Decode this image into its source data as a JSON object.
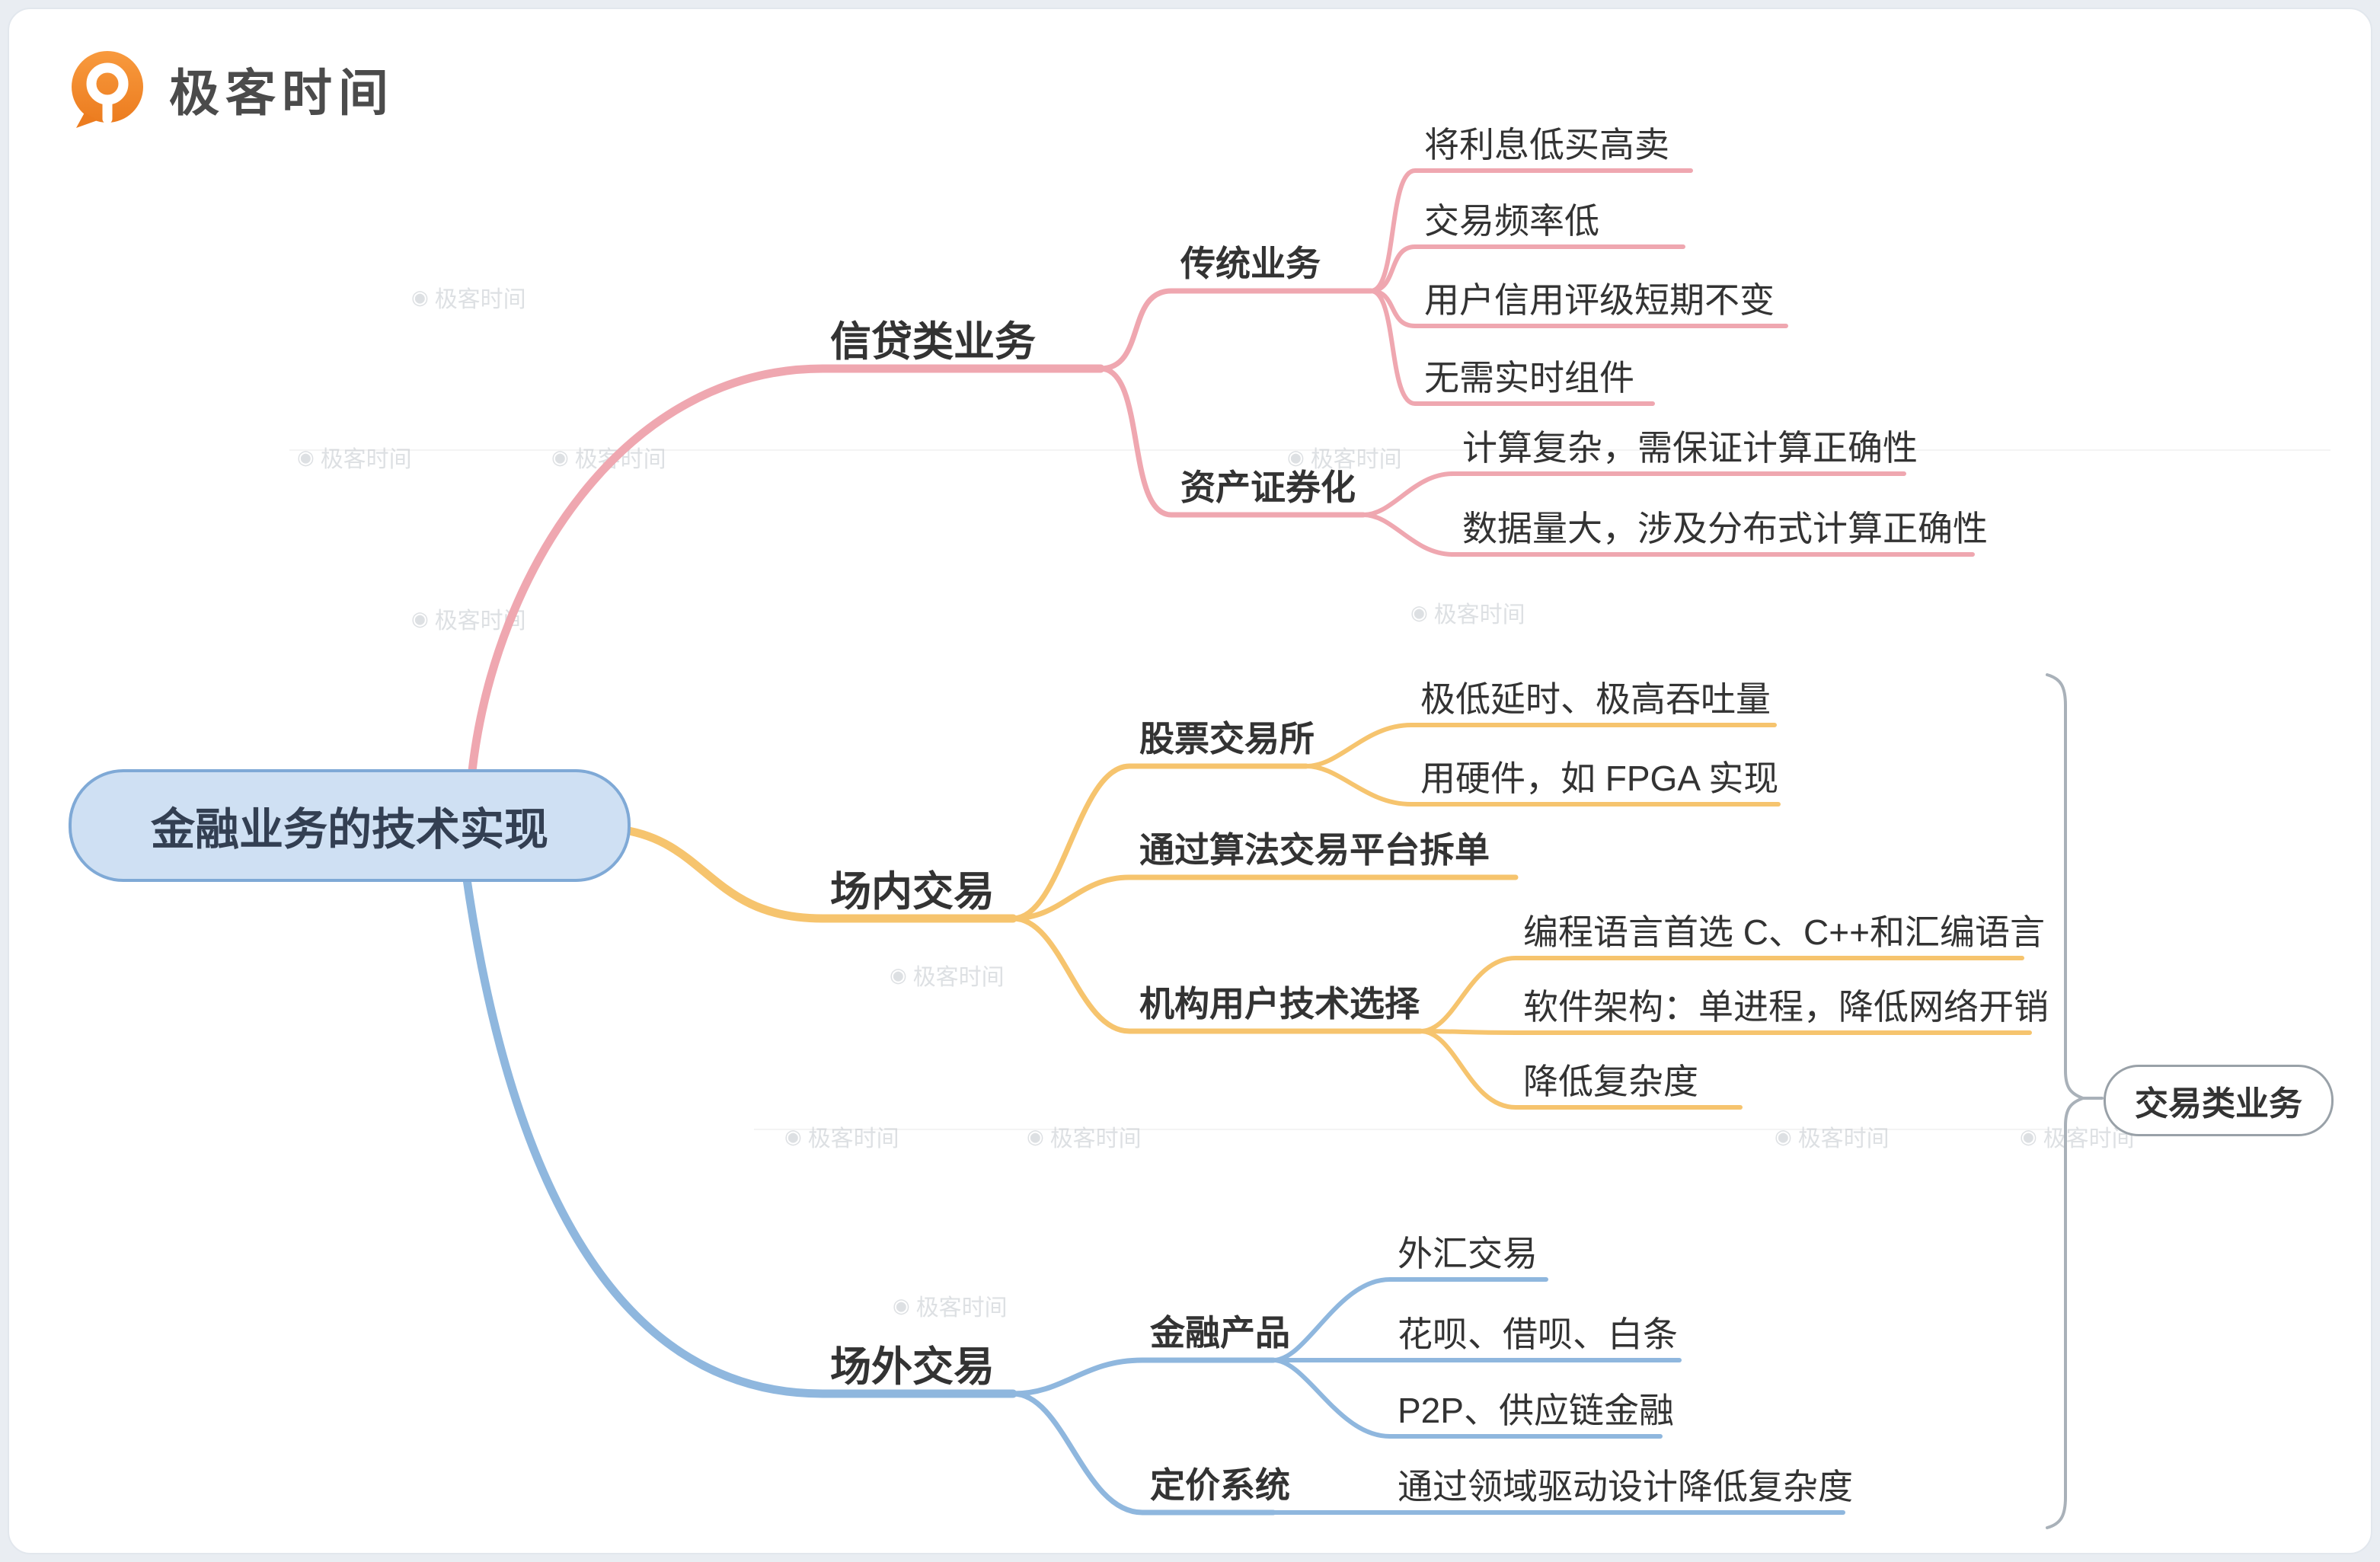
{
  "logo": {
    "brand": "极客时间"
  },
  "root": {
    "label": "金融业务的技术实现",
    "fill": "#cfe0f3",
    "border": "#7fa9d6",
    "text_color": "#333f52"
  },
  "branches": [
    {
      "label": "信贷类业务",
      "color": "#efa7b0",
      "children": [
        {
          "label": "传统业务",
          "children": [
            {
              "label": "将利息低买高卖"
            },
            {
              "label": "交易频率低"
            },
            {
              "label": "用户信用评级短期不变"
            },
            {
              "label": "无需实时组件"
            }
          ]
        },
        {
          "label": "资产证券化",
          "children": [
            {
              "label": "计算复杂，需保证计算正确性"
            },
            {
              "label": "数据量大，涉及分布式计算正确性"
            }
          ]
        }
      ]
    },
    {
      "label": "场内交易",
      "color": "#f6c46e",
      "children": [
        {
          "label": "股票交易所",
          "children": [
            {
              "label": "极低延时、极高吞吐量"
            },
            {
              "label": "用硬件，如 FPGA 实现"
            }
          ]
        },
        {
          "label": "通过算法交易平台拆单",
          "children": []
        },
        {
          "label": "机构用户技术选择",
          "children": [
            {
              "label": "编程语言首选 C、C++和汇编语言"
            },
            {
              "label": "软件架构：单进程，降低网络开销"
            },
            {
              "label": "降低复杂度"
            }
          ]
        }
      ]
    },
    {
      "label": "场外交易",
      "color": "#8fb7de",
      "children": [
        {
          "label": "金融产品",
          "children": [
            {
              "label": "外汇交易"
            },
            {
              "label": "花呗、借呗、白条"
            },
            {
              "label": "P2P、供应链金融"
            }
          ]
        },
        {
          "label": "定价系统",
          "children": [
            {
              "label": "通过领域驱动设计降低复杂度"
            }
          ]
        }
      ]
    }
  ],
  "summary": {
    "label": "交易类业务",
    "bracket_color": "#a9b1b9"
  },
  "watermark": {
    "text": "极客时间"
  }
}
